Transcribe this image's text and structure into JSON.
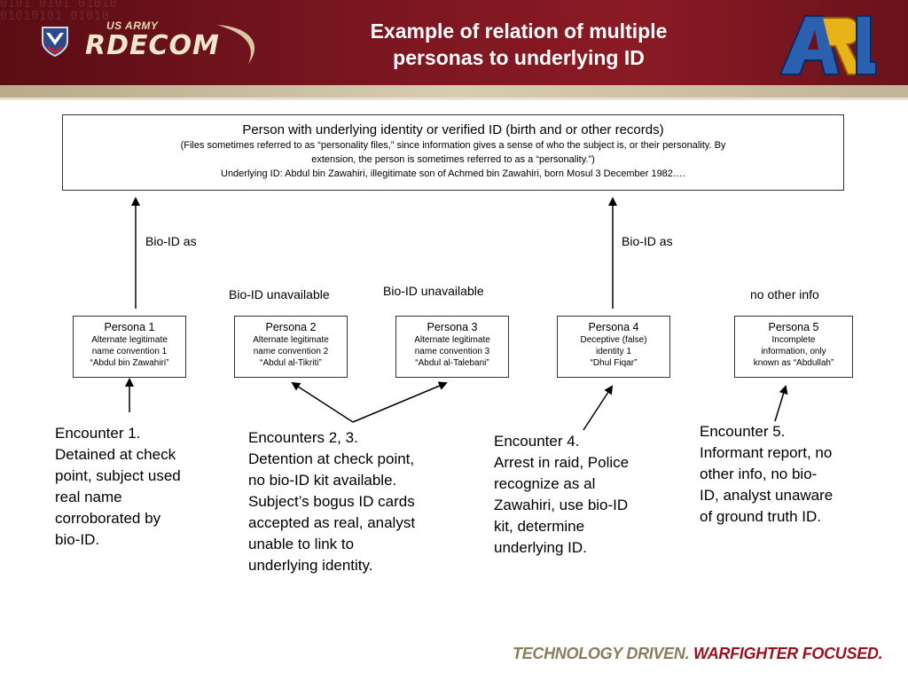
{
  "header": {
    "brand_small": "US ARMY",
    "brand": "RDECOM",
    "title_line1": "Example of relation of multiple",
    "title_line2": "personas to underlying ID",
    "arl_logo": "ARL",
    "bits_pattern": "0101 0101 01010\n01010101 01010"
  },
  "identity_box": {
    "line1": "Person with underlying identity or verified ID (birth and or other records)",
    "line2": "(Files sometimes referred to as “personality files,” since information gives a sense of who the subject is, or their personality.  By",
    "line3": "extension, the person is sometimes referred to as a “personality.”)",
    "line4": "Underlying ID: Abdul bin Zawahiri, illegitimate son of Achmed bin Zawahiri, born Mosul 3 December 1982…."
  },
  "labels": {
    "bioid_1": "Bio-ID as",
    "bioid_4": "Bio-ID as",
    "unavail_2": "Bio-ID unavailable",
    "unavail_3": "Bio-ID unavailable",
    "noinfo_5": "no other info"
  },
  "personas": [
    {
      "name": "Persona 1",
      "l1": "Alternate legitimate",
      "l2": "name convention 1",
      "l3": "“Abdul bin Zawahiri”"
    },
    {
      "name": "Persona 2",
      "l1": "Alternate legitimate",
      "l2": "name convention 2",
      "l3": "“Abdul al-Tikriti”"
    },
    {
      "name": "Persona 3",
      "l1": "Alternate legitimate",
      "l2": "name convention 3",
      "l3": "“Abdul al-Talebani”"
    },
    {
      "name": "Persona 4",
      "l1": "Deceptive (false)",
      "l2": "identity 1",
      "l3": "“Dhul Fiqar”"
    },
    {
      "name": "Persona 5",
      "l1": "Incomplete",
      "l2": "information, only",
      "l3": "known as “Abdullah”"
    }
  ],
  "encounters": {
    "e1": [
      "Encounter 1.",
      "Detained at check",
      "point, subject used",
      "real name",
      "corroborated by",
      "bio-ID."
    ],
    "e23": [
      "Encounters 2, 3.",
      "Detention at check point,",
      "no bio-ID kit available.",
      "Subject’s bogus ID cards",
      "accepted as real, analyst",
      "unable to link to",
      "underlying identity."
    ],
    "e4": [
      "Encounter 4.",
      "Arrest in raid, Police",
      "recognize as al",
      "Zawahiri, use bio-ID",
      "kit, determine",
      "underlying ID."
    ],
    "e5": [
      "Encounter 5.",
      "Informant report, no",
      "other info, no bio-",
      "ID, analyst unaware",
      "of ground truth ID."
    ]
  },
  "footer": {
    "part1": "TECHNOLOGY DRIVEN.",
    "part2": "WARFIGHTER FOCUSED."
  }
}
